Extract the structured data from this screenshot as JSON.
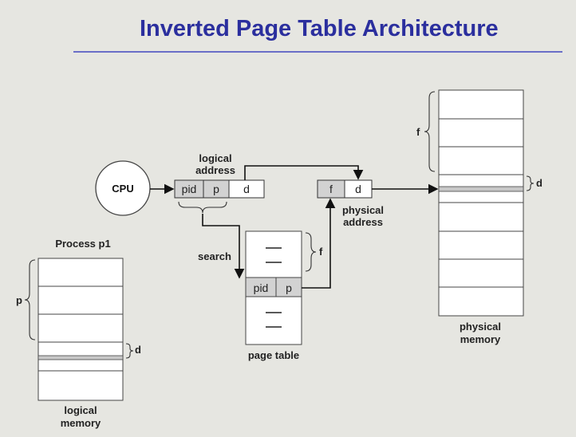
{
  "title": "Inverted Page Table Architecture",
  "labels": {
    "cpu": "CPU",
    "logical_address_line1": "logical",
    "logical_address_line2": "address",
    "pid": "pid",
    "p": "p",
    "d": "d",
    "f": "f",
    "physical_address_line1": "physical",
    "physical_address_line2": "address",
    "search": "search",
    "process": "Process p1",
    "page_table": "page table",
    "logical_memory_line1": "logical",
    "logical_memory_line2": "memory",
    "physical_memory_line1": "physical",
    "physical_memory_line2": "memory",
    "dash": "—"
  },
  "colors": {
    "title": "#2b2f9e",
    "title_rule": "#6a6ec8",
    "background": "#e6e6e1",
    "box_fill": "#ffffff",
    "cell_fill": "#d2d2d2",
    "stroke": "#333333"
  }
}
